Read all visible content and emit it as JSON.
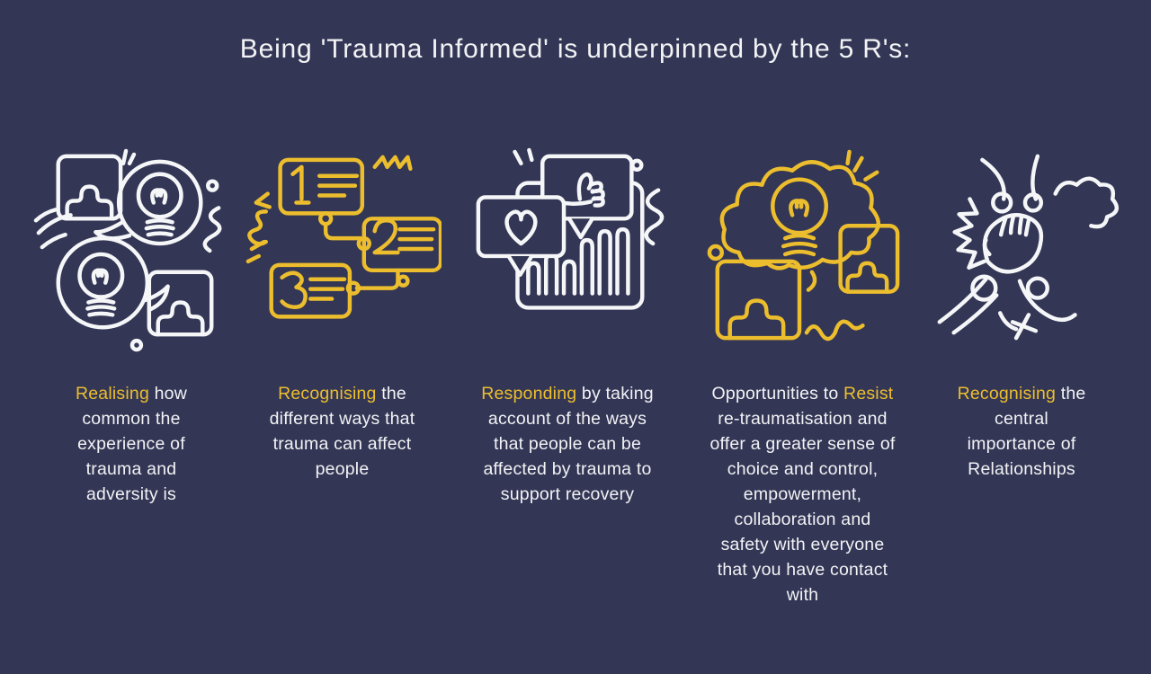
{
  "title": "Being 'Trauma Informed' is underpinned by the 5 R's:",
  "colors": {
    "background": "#333655",
    "text": "#f2f3f5",
    "accent": "#ecbe2e",
    "white_line": "#f5f6f8"
  },
  "columns": [
    {
      "id": "realising",
      "icon": "lightbulb-conversation-icon",
      "icon_color": "white",
      "caption": {
        "lead": "",
        "keyword": "Realising",
        "rest": " how\ncommon the\nexperience of\ntrauma and\nadversity is"
      }
    },
    {
      "id": "recognising-ways",
      "icon": "numbered-steps-icon",
      "icon_color": "yellow",
      "caption": {
        "lead": "",
        "keyword": "Recognising",
        "rest": " the\ndifferent ways that\ntrauma can affect\npeople"
      }
    },
    {
      "id": "responding",
      "icon": "feedback-chart-icon",
      "icon_color": "white",
      "caption": {
        "lead": "",
        "keyword": "Responding",
        "rest": " by taking\naccount of the ways\nthat people can be\naffected by trauma to\nsupport recovery"
      }
    },
    {
      "id": "resist",
      "icon": "thought-cloud-people-icon",
      "icon_color": "yellow",
      "caption": {
        "lead": "Opportunities to ",
        "keyword": "Resist",
        "rest": "\nre-traumatisation and\noffer a greater sense of\nchoice and control,\nempowerment,\ncollaboration and\nsafety with everyone\nthat you have contact\nwith"
      }
    },
    {
      "id": "recognising-relationships",
      "icon": "high-five-hands-icon",
      "icon_color": "white",
      "caption": {
        "lead": "",
        "keyword": "Recognising",
        "rest": " the\ncentral\nimportance of\nRelationships"
      }
    }
  ]
}
